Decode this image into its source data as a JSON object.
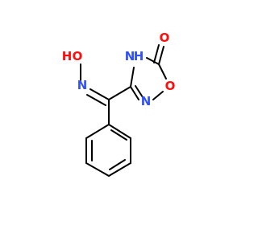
{
  "colors": {
    "bond": "#000000",
    "oxygen": "#ff0d0d",
    "nitrogen": "#3050f8",
    "background": "#ffffff"
  },
  "atoms": {
    "hydroxyl_h": "H",
    "hydroxyl_o": "O",
    "oxime_n": "N",
    "ring_nh": "N",
    "ring_nh_h": "H",
    "carbonyl_o": "O",
    "ring_o": "O",
    "ring_n": "N"
  }
}
